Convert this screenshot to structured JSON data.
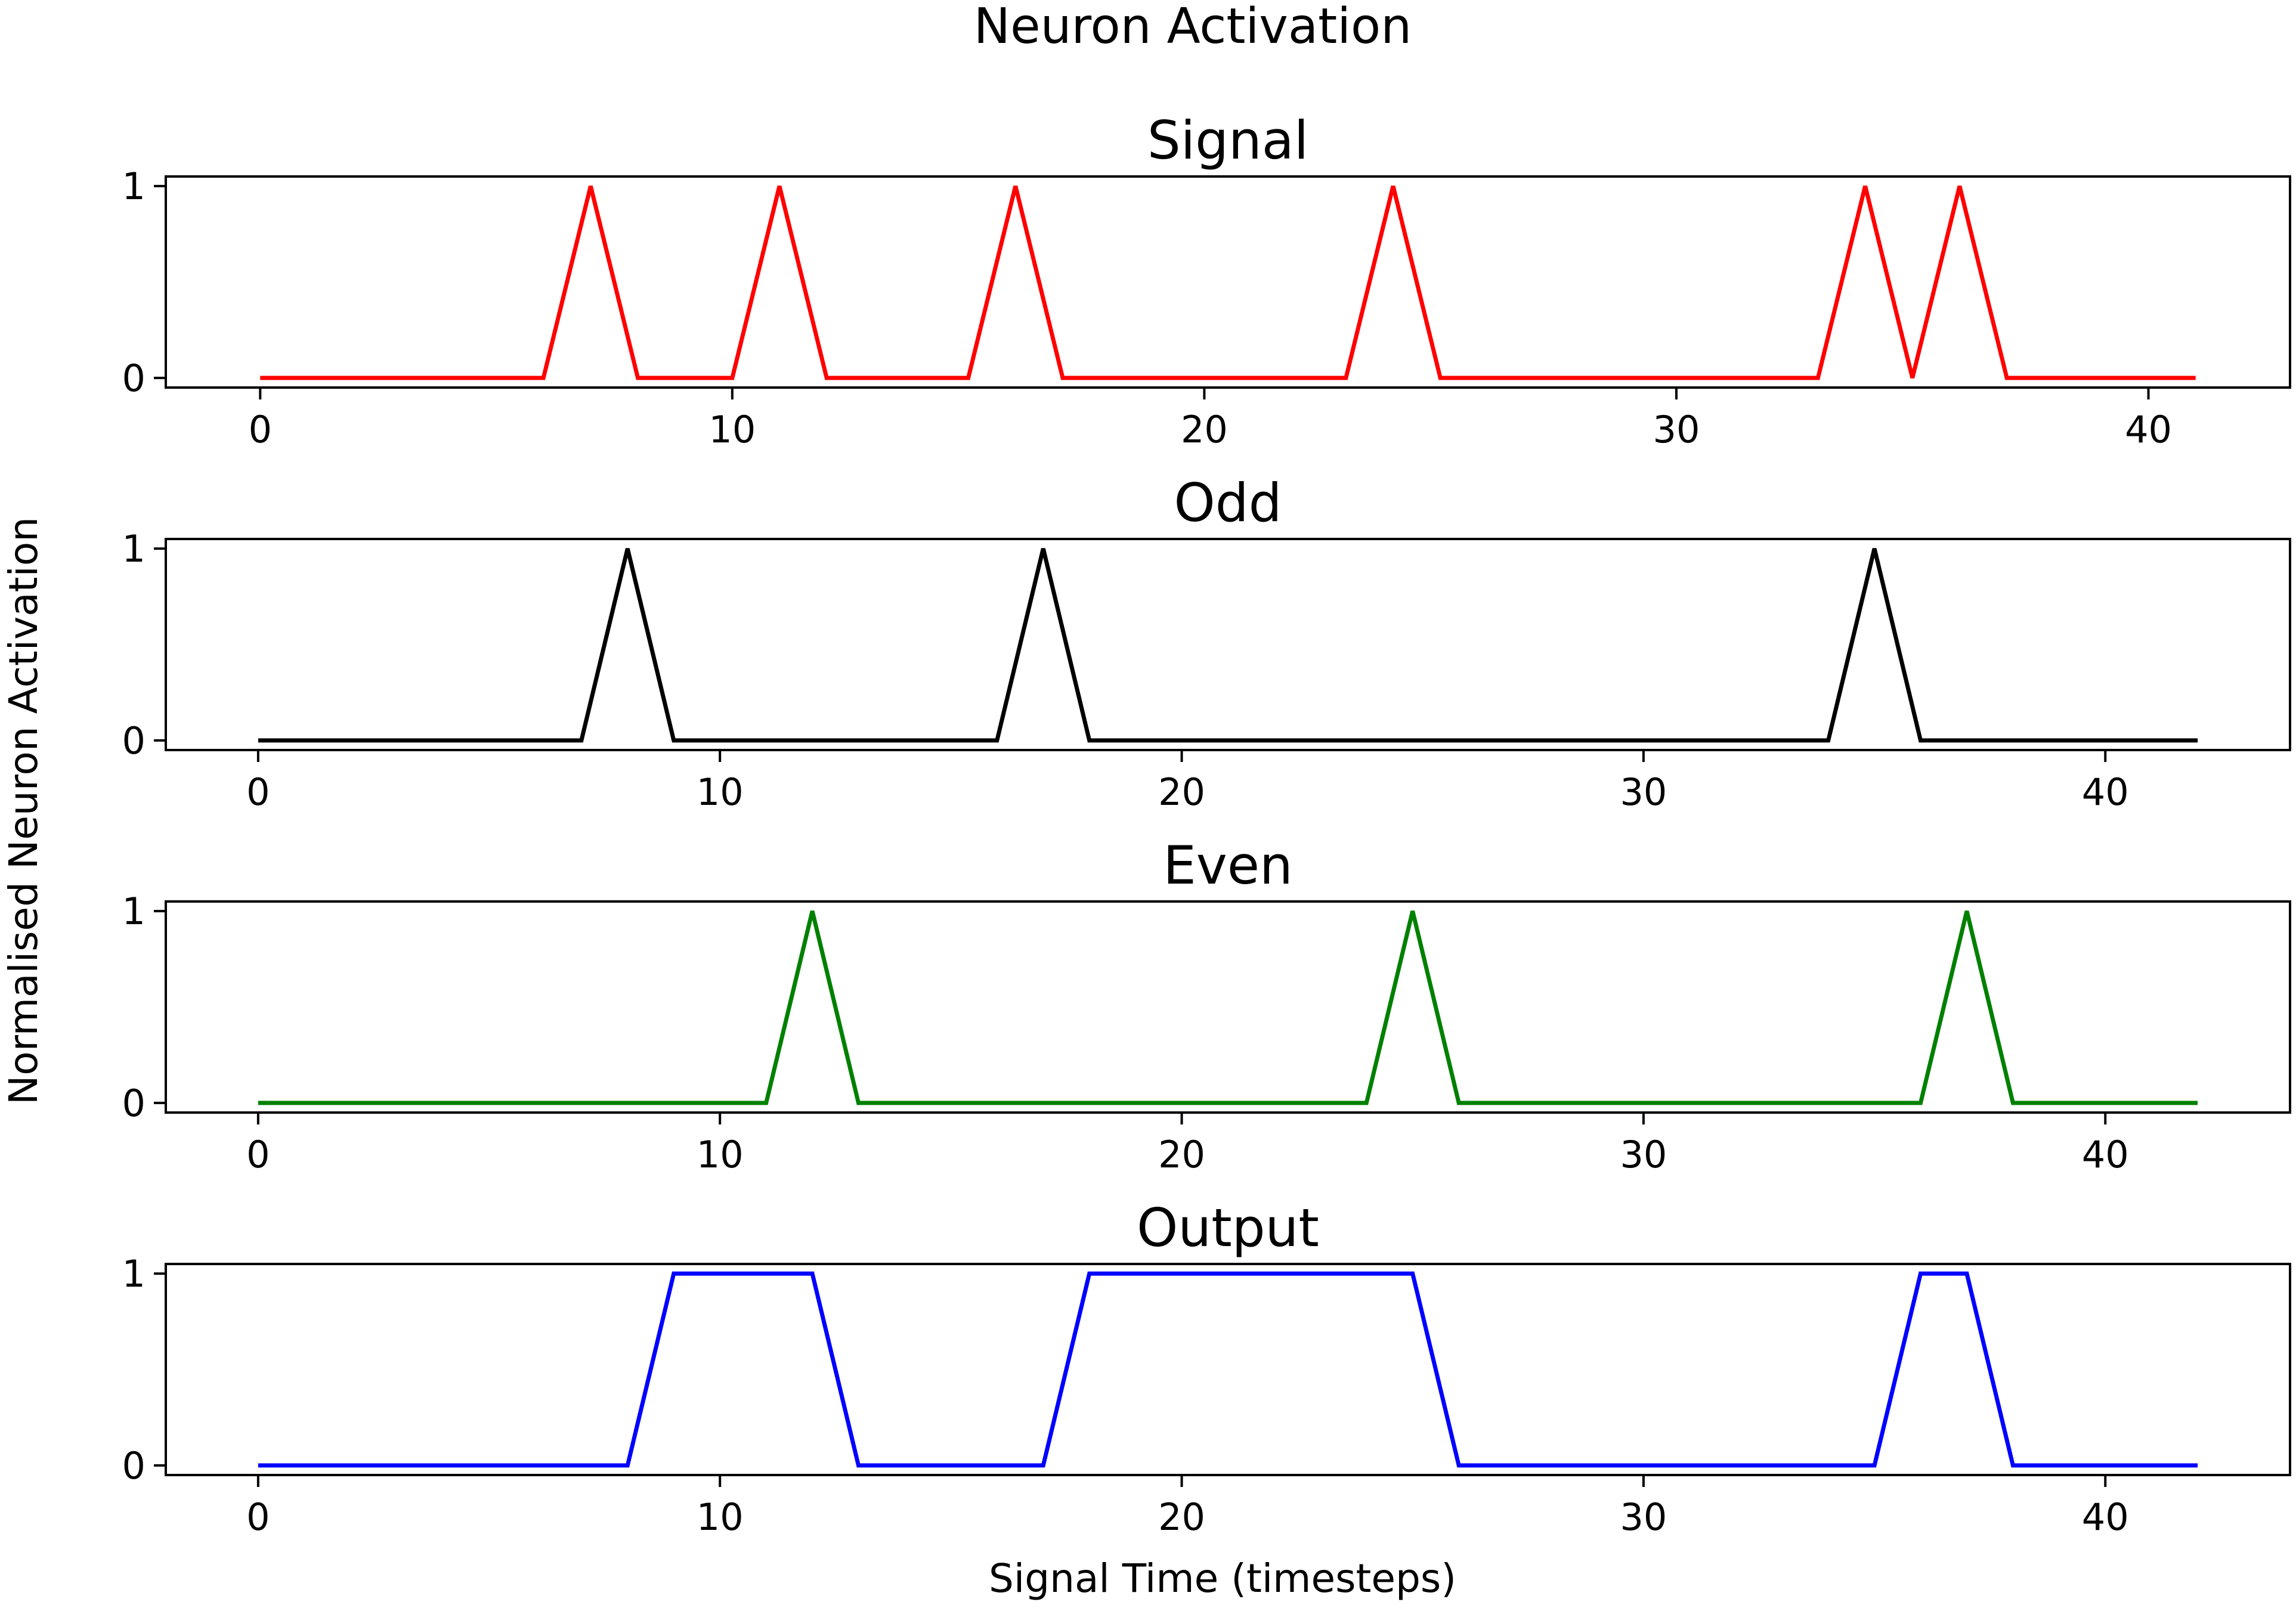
{
  "chart_data": {
    "type": "line",
    "title": "Neuron Activation",
    "xlabel": "Signal Time (timesteps)",
    "ylabel": "Normalised Neuron Activation",
    "grid": false,
    "legend": "none",
    "subplots": [
      {
        "title": "Signal",
        "color": "#ff0000",
        "xlim": [
          -2,
          43
        ],
        "ylim": [
          -0.05,
          1.05
        ],
        "xticks": [
          0,
          10,
          20,
          30,
          40
        ],
        "xtick_labels": [
          "0",
          "10",
          "20",
          "30",
          "40"
        ],
        "yticks": [
          0,
          1
        ],
        "ytick_labels": [
          "0",
          "1"
        ],
        "x": [
          0,
          1,
          2,
          3,
          4,
          5,
          6,
          7,
          8,
          9,
          10,
          11,
          12,
          13,
          14,
          15,
          16,
          17,
          18,
          19,
          20,
          21,
          22,
          23,
          24,
          25,
          26,
          27,
          28,
          29,
          30,
          31,
          32,
          33,
          34,
          35,
          36,
          37,
          38,
          39,
          40,
          41
        ],
        "y": [
          0,
          0,
          0,
          0,
          0,
          0,
          0,
          1,
          0,
          0,
          0,
          1,
          0,
          0,
          0,
          0,
          1,
          0,
          0,
          0,
          0,
          0,
          0,
          0,
          1,
          0,
          0,
          0,
          0,
          0,
          0,
          0,
          0,
          0,
          1,
          0,
          1,
          0,
          0,
          0,
          0,
          0
        ]
      },
      {
        "title": "Odd",
        "color": "#000000",
        "xlim": [
          -2,
          44
        ],
        "ylim": [
          -0.05,
          1.05
        ],
        "xticks": [
          0,
          10,
          20,
          30,
          40
        ],
        "xtick_labels": [
          "0",
          "10",
          "20",
          "30",
          "40"
        ],
        "yticks": [
          0,
          1
        ],
        "ytick_labels": [
          "0",
          "1"
        ],
        "x": [
          0,
          1,
          2,
          3,
          4,
          5,
          6,
          7,
          8,
          9,
          10,
          11,
          12,
          13,
          14,
          15,
          16,
          17,
          18,
          19,
          20,
          21,
          22,
          23,
          24,
          25,
          26,
          27,
          28,
          29,
          30,
          31,
          32,
          33,
          34,
          35,
          36,
          37,
          38,
          39,
          40,
          41,
          42
        ],
        "y": [
          0,
          0,
          0,
          0,
          0,
          0,
          0,
          0,
          1,
          0,
          0,
          0,
          0,
          0,
          0,
          0,
          0,
          1,
          0,
          0,
          0,
          0,
          0,
          0,
          0,
          0,
          0,
          0,
          0,
          0,
          0,
          0,
          0,
          0,
          0,
          1,
          0,
          0,
          0,
          0,
          0,
          0,
          0
        ]
      },
      {
        "title": "Even",
        "color": "#008000",
        "xlim": [
          -2,
          44
        ],
        "ylim": [
          -0.05,
          1.05
        ],
        "xticks": [
          0,
          10,
          20,
          30,
          40
        ],
        "xtick_labels": [
          "0",
          "10",
          "20",
          "30",
          "40"
        ],
        "yticks": [
          0,
          1
        ],
        "ytick_labels": [
          "0",
          "1"
        ],
        "x": [
          0,
          1,
          2,
          3,
          4,
          5,
          6,
          7,
          8,
          9,
          10,
          11,
          12,
          13,
          14,
          15,
          16,
          17,
          18,
          19,
          20,
          21,
          22,
          23,
          24,
          25,
          26,
          27,
          28,
          29,
          30,
          31,
          32,
          33,
          34,
          35,
          36,
          37,
          38,
          39,
          40,
          41,
          42
        ],
        "y": [
          0,
          0,
          0,
          0,
          0,
          0,
          0,
          0,
          0,
          0,
          0,
          0,
          1,
          0,
          0,
          0,
          0,
          0,
          0,
          0,
          0,
          0,
          0,
          0,
          0,
          1,
          0,
          0,
          0,
          0,
          0,
          0,
          0,
          0,
          0,
          0,
          0,
          1,
          0,
          0,
          0,
          0,
          0
        ]
      },
      {
        "title": "Output",
        "color": "#0000ff",
        "xlim": [
          -2,
          44
        ],
        "ylim": [
          -0.05,
          1.05
        ],
        "xticks": [
          0,
          10,
          20,
          30,
          40
        ],
        "xtick_labels": [
          "0",
          "10",
          "20",
          "30",
          "40"
        ],
        "yticks": [
          0,
          1
        ],
        "ytick_labels": [
          "0",
          "1"
        ],
        "x": [
          0,
          1,
          2,
          3,
          4,
          5,
          6,
          7,
          8,
          9,
          10,
          11,
          12,
          13,
          14,
          15,
          16,
          17,
          18,
          19,
          20,
          21,
          22,
          23,
          24,
          25,
          26,
          27,
          28,
          29,
          30,
          31,
          32,
          33,
          34,
          35,
          36,
          37,
          38,
          39,
          40,
          41,
          42
        ],
        "y": [
          0,
          0,
          0,
          0,
          0,
          0,
          0,
          0,
          0,
          1,
          1,
          1,
          1,
          0,
          0,
          0,
          0,
          0,
          1,
          1,
          1,
          1,
          1,
          1,
          1,
          1,
          0,
          0,
          0,
          0,
          0,
          0,
          0,
          0,
          0,
          0,
          1,
          1,
          0,
          0,
          0,
          0,
          0
        ]
      }
    ]
  }
}
